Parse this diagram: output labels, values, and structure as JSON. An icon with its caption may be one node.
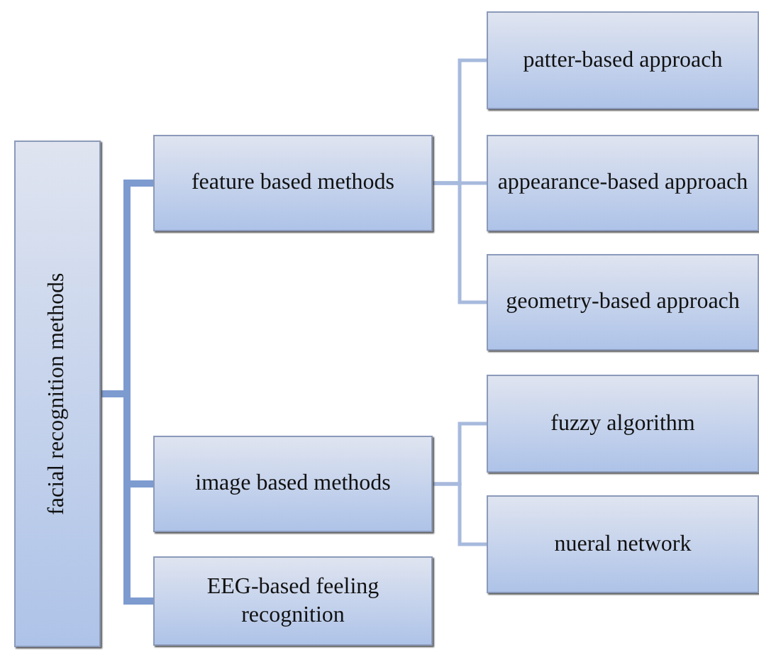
{
  "diagram": {
    "nodes": [
      {
        "text": [
          "facial recognition methods"
        ]
      },
      {
        "text": [
          "feature based methods"
        ]
      },
      {
        "text": [
          "patter-based approach"
        ]
      },
      {
        "text": [
          "appearance-based approach"
        ]
      },
      {
        "text": [
          "geometry-based approach"
        ]
      },
      {
        "text": [
          "image based methods"
        ]
      },
      {
        "text": [
          "fuzzy algorithm"
        ]
      },
      {
        "text": [
          "nueral network"
        ]
      },
      {
        "text": [
          "EEG-based feeling recognition"
        ]
      }
    ],
    "edges": [
      {
        "from": 0,
        "to": 1,
        "arrow": "none",
        "style": "thick"
      },
      {
        "from": 0,
        "to": 5,
        "arrow": "none",
        "style": "thick"
      },
      {
        "from": 0,
        "to": 8,
        "arrow": "none",
        "style": "thick"
      },
      {
        "from": 1,
        "to": 2,
        "arrow": "none"
      },
      {
        "from": 1,
        "to": 3,
        "arrow": "none"
      },
      {
        "from": 1,
        "to": 4,
        "arrow": "none"
      },
      {
        "from": 5,
        "to": 6,
        "arrow": "none"
      },
      {
        "from": 5,
        "to": 7,
        "arrow": "none"
      }
    ]
  }
}
